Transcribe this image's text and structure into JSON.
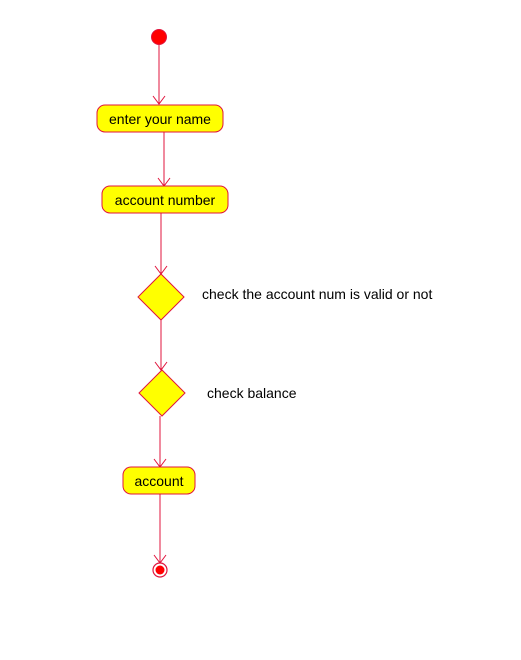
{
  "diagram": {
    "type": "uml-activity",
    "colors": {
      "line": "#e0143c",
      "node_fill": "#ffff00",
      "node_stroke": "#e0143c",
      "start_fill": "#ff0000",
      "end_fill": "#ff0000",
      "text": "#000000",
      "background": "#ffffff"
    },
    "nodes": {
      "start": {
        "kind": "initial"
      },
      "enter_name": {
        "kind": "action",
        "label": "enter your name"
      },
      "account_number": {
        "kind": "action",
        "label": "account number"
      },
      "check_account": {
        "kind": "decision",
        "label": "check the account num is valid or not"
      },
      "check_balance": {
        "kind": "decision",
        "label": "check balance"
      },
      "account": {
        "kind": "action",
        "label": "account"
      },
      "end": {
        "kind": "final"
      }
    },
    "flow": [
      "start",
      "enter_name",
      "account_number",
      "check_account",
      "check_balance",
      "account",
      "end"
    ]
  }
}
